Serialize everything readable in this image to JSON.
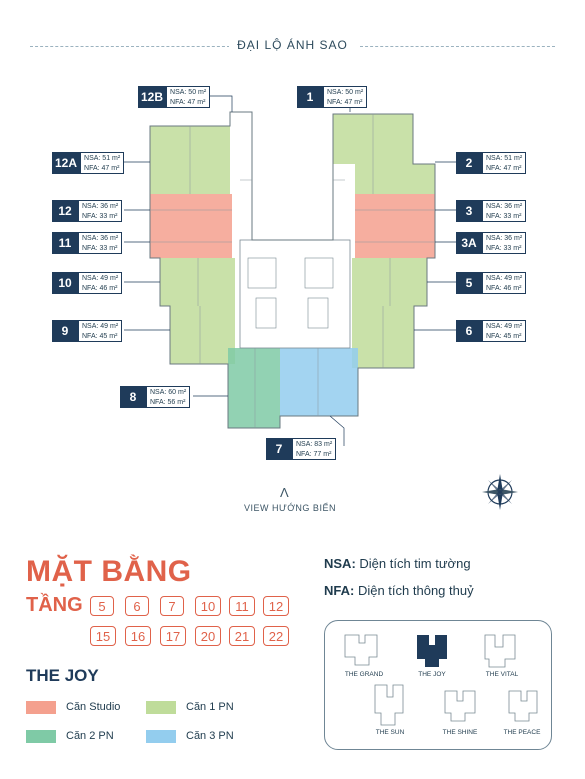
{
  "street_name": "ĐẠI LỘ ÁNH SAO",
  "units": [
    {
      "id": "12B",
      "nsa": "NSA: 50 m²",
      "nfa": "NFA: 47 m²"
    },
    {
      "id": "1",
      "nsa": "NSA: 50 m²",
      "nfa": "NFA: 47 m²"
    },
    {
      "id": "12A",
      "nsa": "NSA: 51 m²",
      "nfa": "NFA: 47 m²"
    },
    {
      "id": "2",
      "nsa": "NSA: 51 m²",
      "nfa": "NFA: 47 m²"
    },
    {
      "id": "12",
      "nsa": "NSA: 36 m²",
      "nfa": "NFA: 33 m²"
    },
    {
      "id": "3",
      "nsa": "NSA: 36 m²",
      "nfa": "NFA: 33 m²"
    },
    {
      "id": "11",
      "nsa": "NSA: 36 m²",
      "nfa": "NFA: 33 m²"
    },
    {
      "id": "3A",
      "nsa": "NSA: 36 m²",
      "nfa": "NFA: 33 m²"
    },
    {
      "id": "10",
      "nsa": "NSA: 49 m²",
      "nfa": "NFA: 46 m²"
    },
    {
      "id": "5",
      "nsa": "NSA: 49 m²",
      "nfa": "NFA: 46 m²"
    },
    {
      "id": "9",
      "nsa": "NSA: 49 m²",
      "nfa": "NFA: 45 m²"
    },
    {
      "id": "6",
      "nsa": "NSA: 49 m²",
      "nfa": "NFA: 45 m²"
    },
    {
      "id": "8",
      "nsa": "NSA: 60 m²",
      "nfa": "NFA: 56 m²"
    },
    {
      "id": "7",
      "nsa": "NSA: 83 m²",
      "nfa": "NFA: 77 m²"
    }
  ],
  "view_label": "VIEW HƯỚNG BIỂN",
  "title": "MẶT BẰNG",
  "floor_label": "TẦNG",
  "floors": [
    "5",
    "6",
    "7",
    "10",
    "11",
    "12",
    "15",
    "16",
    "17",
    "20",
    "21",
    "22"
  ],
  "definitions": [
    {
      "abbr": "NSA:",
      "text": " Diện tích tim tường"
    },
    {
      "abbr": "NFA:",
      "text": " Diện tích thông thuỷ"
    }
  ],
  "building_name": "THE JOY",
  "legend": [
    {
      "label": "Căn Studio",
      "color": "#f4a08e"
    },
    {
      "label": "Căn 1 PN",
      "color": "#bfdc9a"
    },
    {
      "label": "Căn 2 PN",
      "color": "#7fcaa6"
    },
    {
      "label": "Căn 3 PN",
      "color": "#93cdee"
    }
  ],
  "buildings": [
    "THE GRAND",
    "THE JOY",
    "THE VITAL",
    "THE SUN",
    "THE SHINE",
    "THE PEACE"
  ],
  "colors": {
    "accent": "#e0624a",
    "navy": "#1f3b5a",
    "studio": "#f4a08e",
    "one_bed": "#bfdc9a",
    "two_bed": "#7fcaa6",
    "three_bed": "#93cdee"
  }
}
